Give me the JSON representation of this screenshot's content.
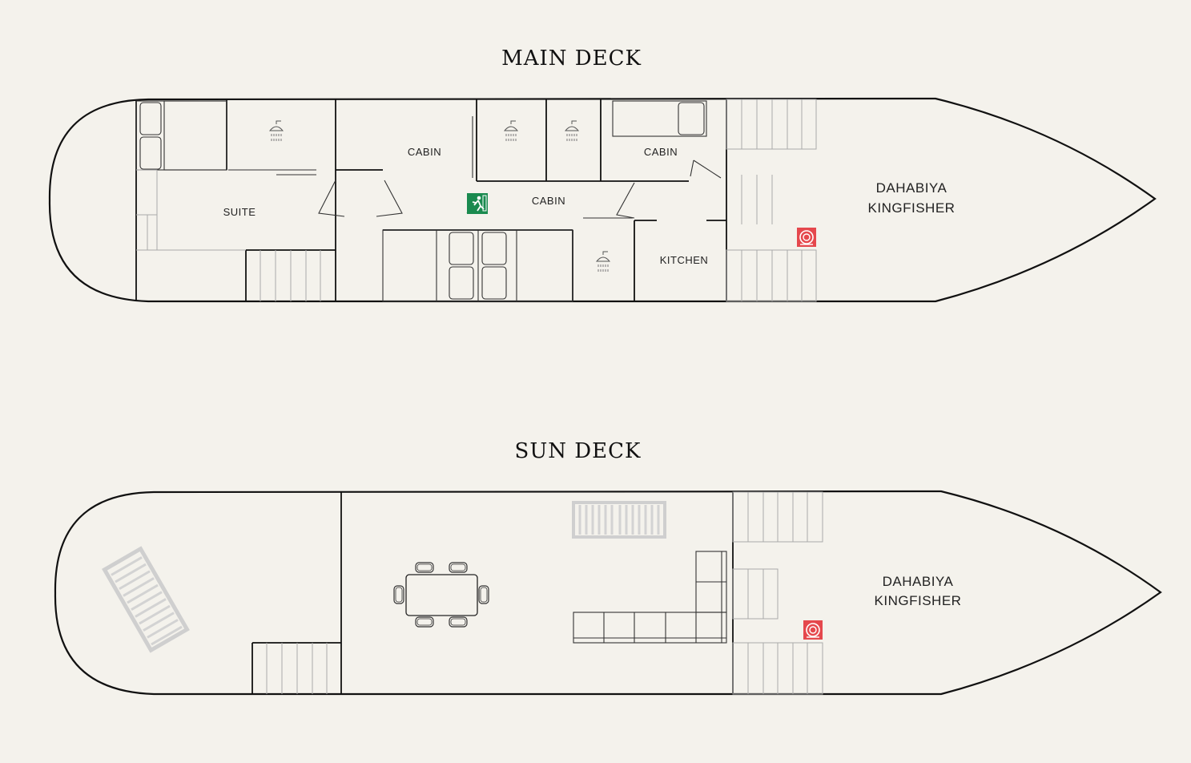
{
  "decks": {
    "main": {
      "title": "MAIN DECK",
      "rooms": {
        "suite": "SUITE",
        "cabin_1": "CABIN",
        "cabin_2": "CABIN",
        "cabin_3": "CABIN",
        "kitchen": "KITCHEN"
      },
      "ship_name_line1": "DAHABIYA",
      "ship_name_line2": "KINGFISHER"
    },
    "sun": {
      "title": "SUN DECK",
      "ship_name_line1": "DAHABIYA",
      "ship_name_line2": "KINGFISHER"
    }
  },
  "colors": {
    "background": "#f4f2ec",
    "exit_sign": "#1a8a4f",
    "fire_hose": "#e5484d"
  },
  "icons": [
    "shower-icon",
    "emergency-exit-icon",
    "fire-hose-icon",
    "dining-table-icon",
    "sun-lounger-icon"
  ]
}
